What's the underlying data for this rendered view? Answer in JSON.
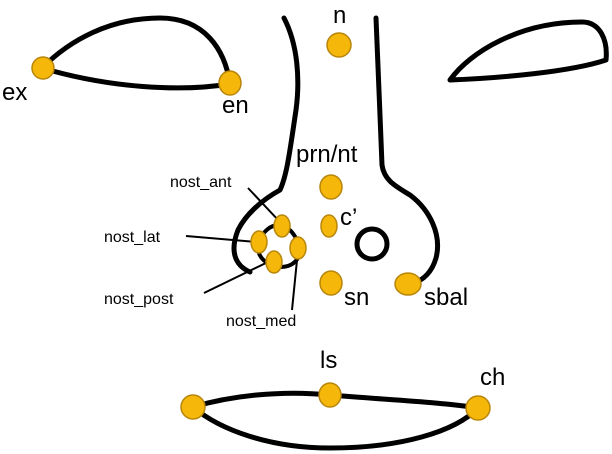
{
  "diagram": {
    "landmark_color": "#F5B70A",
    "landmark_stroke": "#B8860B",
    "line_color": "#000000",
    "labels": {
      "n": "n",
      "ex": "ex",
      "en": "en",
      "prn_nt": "prn/nt",
      "c_prime": "c’",
      "nost_ant": "nost_ant",
      "nost_lat": "nost_lat",
      "nost_post": "nost_post",
      "nost_med": "nost_med",
      "sn": "sn",
      "sbal": "sbal",
      "ls": "ls",
      "ch": "ch"
    }
  }
}
